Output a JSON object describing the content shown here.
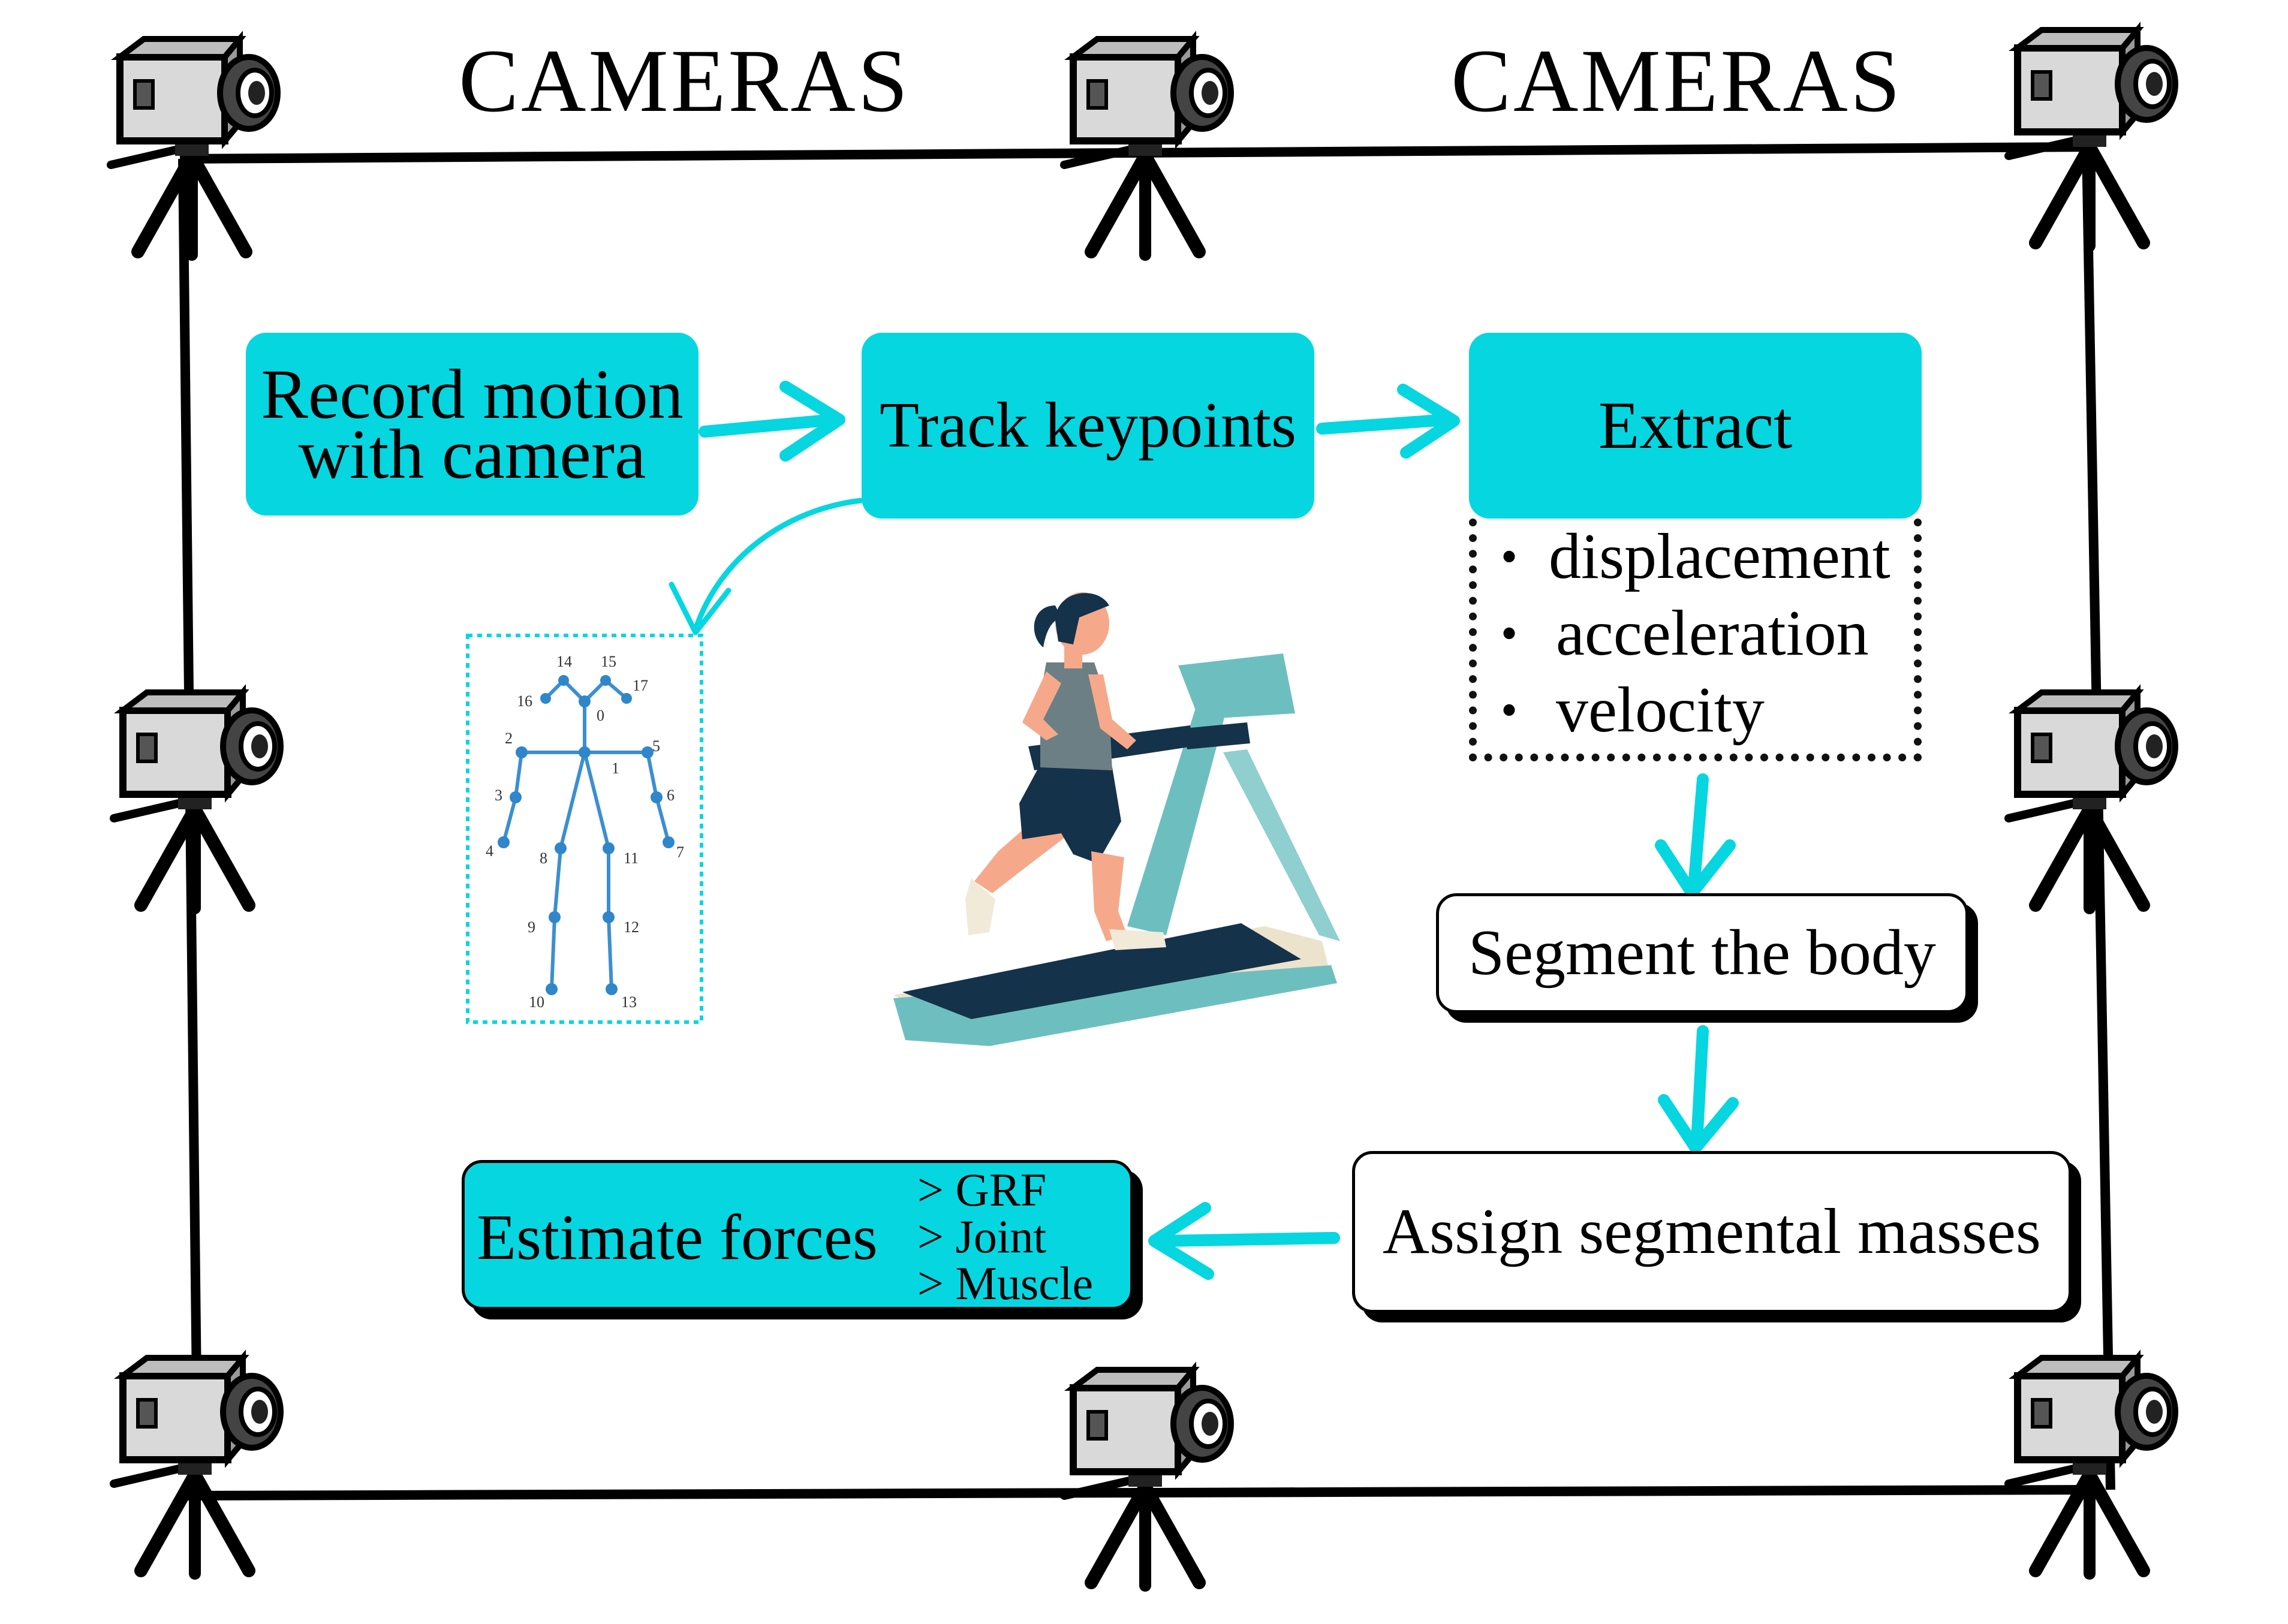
{
  "camera_labels": [
    "CAMERAS",
    "CAMERAS"
  ],
  "steps": {
    "record": [
      "Record motion",
      "with camera"
    ],
    "track": "Track keypoints",
    "extract": "Extract",
    "extract_items": [
      "displacement",
      "acceleration",
      "velocity"
    ],
    "segment": "Segment the body",
    "assign": "Assign segmental masses",
    "estimate": "Estimate forces",
    "estimate_items": [
      "> GRF",
      "> Joint",
      "> Muscle"
    ]
  },
  "skeleton_labels": [
    "14",
    "15",
    "16",
    "17",
    "0",
    "2",
    "5",
    "1",
    "3",
    "6",
    "4",
    "7",
    "8",
    "11",
    "9",
    "12",
    "10",
    "13"
  ],
  "colors": {
    "accent": "#06d6e0",
    "keypoint": "#2f86c9",
    "treadmill": "#6dbfbf",
    "belt": "#14324a",
    "base": "#ece3cd"
  },
  "icons": [
    "camera-icon",
    "runner-on-treadmill-icon",
    "skeleton-keypoints-icon"
  ]
}
